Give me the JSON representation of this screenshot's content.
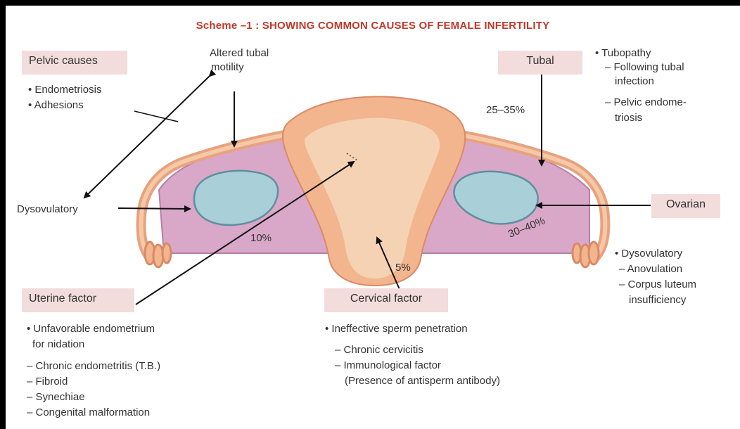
{
  "title": "Scheme –1 : SHOWING COMMON CAUSES OF FEMALE INFERTILITY",
  "pelvic": {
    "label": "Pelvic causes",
    "items": [
      "• Endometriosis",
      "• Adhesions"
    ]
  },
  "altered_tubal": {
    "line1": "Altered tubal",
    "line2": "motility"
  },
  "tubal": {
    "label": "Tubal",
    "percent": "25–35%",
    "items": [
      "• Tubopathy",
      "– Following tubal",
      "infection",
      "– Pelvic endome-",
      "triosis"
    ]
  },
  "dysovulatory_left": "Dysovulatory",
  "ovarian": {
    "label": "Ovarian",
    "percent": "30–40%",
    "items": [
      "• Dysovulatory",
      "– Anovulation",
      "– Corpus luteum",
      "insufficiency"
    ]
  },
  "uterine": {
    "label": "Uterine factor",
    "percent": "10%",
    "items": [
      "• Unfavorable endometrium",
      "for nidation",
      "– Chronic endometritis (T.B.)",
      "– Fibroid",
      "– Synechiae",
      "– Congenital malformation"
    ]
  },
  "cervical": {
    "label": "Cervical factor",
    "percent": "5%",
    "items": [
      "• Ineffective sperm penetration",
      "– Chronic cervicitis",
      "– Immunological factor",
      "(Presence of antisperm antibody)"
    ]
  },
  "colors": {
    "title": "#c0392b",
    "label_box": "#f3dcdc",
    "uterus_outer": "#f2b58e",
    "uterus_inner": "#f6d2b4",
    "pelvic_fill": "#d9a8c8",
    "ovary_fill": "#a9cfd8"
  }
}
